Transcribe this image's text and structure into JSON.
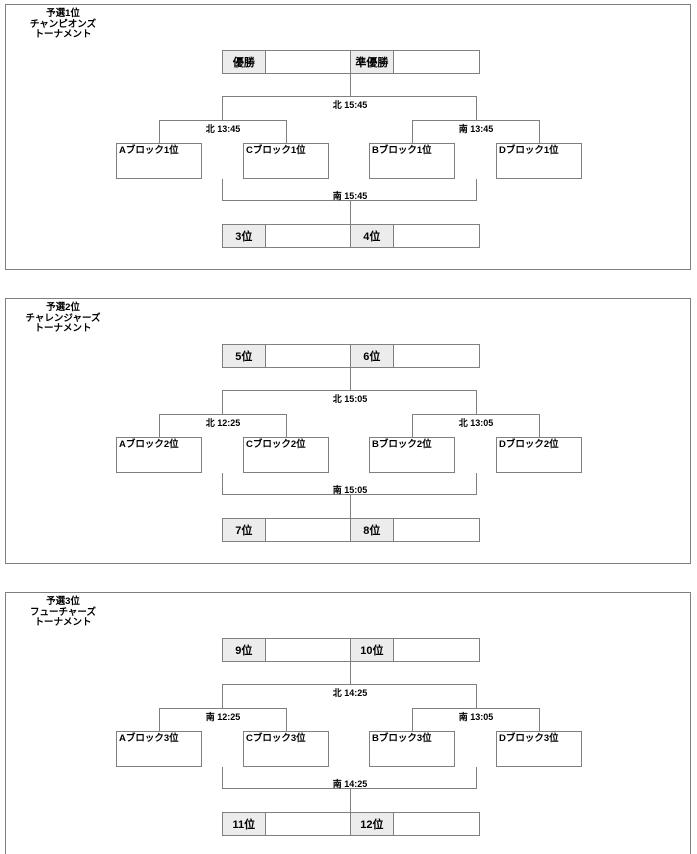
{
  "colors": {
    "background": "#ffffff",
    "border_gray": "#7f7f7f",
    "shaded_cell": "#ececec",
    "text": "#000000"
  },
  "tournaments": [
    {
      "title_lines": [
        "予選1位",
        "チャンピオンズ",
        "トーナメント"
      ],
      "top_row": {
        "left_label": "優勝",
        "left_value": "",
        "right_label": "準優勝",
        "right_value": ""
      },
      "matches": {
        "final": "北 15:45",
        "semifinal_left": "北 13:45",
        "semifinal_right": "南 13:45",
        "consolation": "南 15:45"
      },
      "teams": [
        "Aブロック1位",
        "Cブロック1位",
        "Bブロック1位",
        "Dブロック1位"
      ],
      "bottom_row": {
        "left_label": "3位",
        "left_value": "",
        "right_label": "4位",
        "right_value": ""
      }
    },
    {
      "title_lines": [
        "予選2位",
        "チャレンジャーズ",
        "トーナメント"
      ],
      "top_row": {
        "left_label": "5位",
        "left_value": "",
        "right_label": "6位",
        "right_value": ""
      },
      "matches": {
        "final": "北 15:05",
        "semifinal_left": "北 12:25",
        "semifinal_right": "北 13:05",
        "consolation": "南 15:05"
      },
      "teams": [
        "Aブロック2位",
        "Cブロック2位",
        "Bブロック2位",
        "Dブロック2位"
      ],
      "bottom_row": {
        "left_label": "7位",
        "left_value": "",
        "right_label": "8位",
        "right_value": ""
      }
    },
    {
      "title_lines": [
        "予選3位",
        "フューチャーズ",
        "トーナメント"
      ],
      "top_row": {
        "left_label": "9位",
        "left_value": "",
        "right_label": "10位",
        "right_value": ""
      },
      "matches": {
        "final": "北 14:25",
        "semifinal_left": "南 12:25",
        "semifinal_right": "南 13:05",
        "consolation": "南 14:25"
      },
      "teams": [
        "Aブロック3位",
        "Cブロック3位",
        "Bブロック3位",
        "Dブロック3位"
      ],
      "bottom_row": {
        "left_label": "11位",
        "left_value": "",
        "right_label": "12位",
        "right_value": ""
      }
    }
  ]
}
